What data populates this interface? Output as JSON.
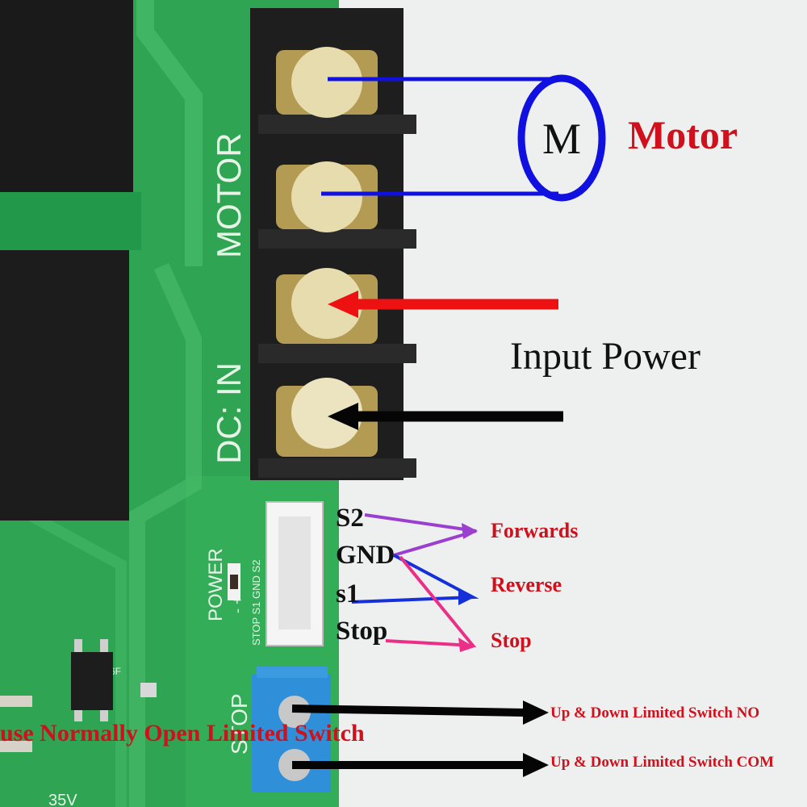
{
  "board": {
    "silkscreen_dc_in": "DC: IN",
    "silkscreen_motor": "MOTOR",
    "silkscreen_power": "POWER",
    "silkscreen_plus_minus": "- +",
    "silkscreen_header": "STOP S1 GND S2",
    "silkscreen_stop": "STOP",
    "silkscreen_chip": "MB6F",
    "silkscreen_voltage": "35V"
  },
  "motor": {
    "symbol": "M",
    "label": "Motor"
  },
  "input_power": {
    "label": "Input Power"
  },
  "signal_pins": [
    "S2",
    "GND",
    "s1",
    "Stop"
  ],
  "functions": [
    "Forwards",
    "Reverse",
    "Stop"
  ],
  "limit_switch": {
    "no_label": "Up & Down Limited Switch NO",
    "com_label": "Up & Down Limited Switch COM",
    "note": "use Normally Open Limited Switch"
  },
  "colors": {
    "motor_wire": "#1010e0",
    "positive_arrow": "#ee1111",
    "negative_arrow": "#050505",
    "forwards_line": "#9a3fd0",
    "reverse_line": "#1530d8",
    "stop_line": "#ec2f86",
    "label_red": "#d0101c",
    "pcb_green": "#2fa553"
  }
}
